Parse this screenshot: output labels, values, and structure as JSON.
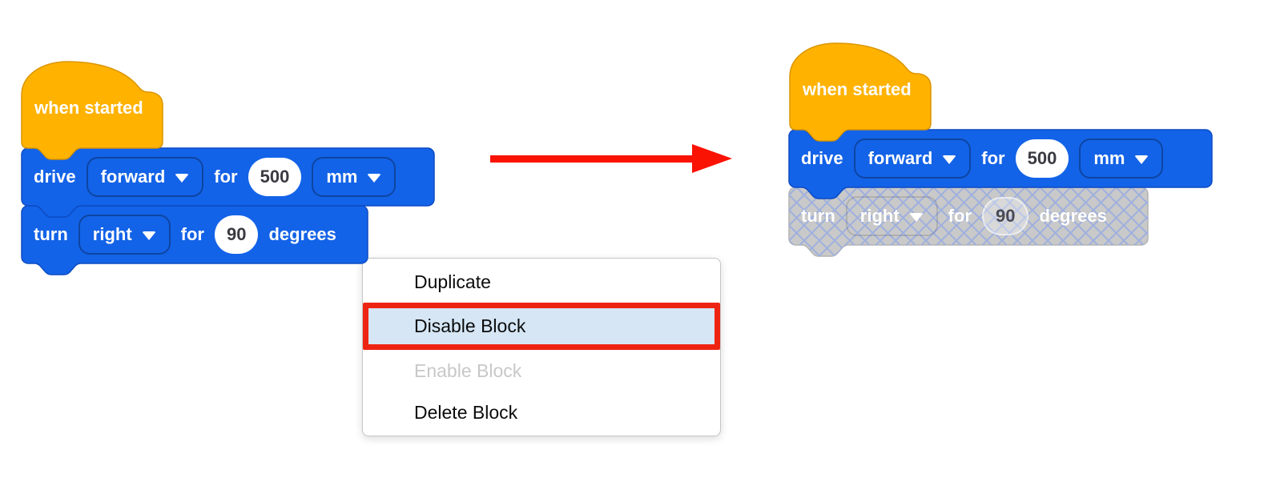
{
  "workspace_before": {
    "hat_block": {
      "label": "when started"
    },
    "drive_block": {
      "verb": "drive",
      "direction": "forward",
      "for_label": "for",
      "distance": "500",
      "unit": "mm"
    },
    "turn_block": {
      "verb": "turn",
      "direction": "right",
      "for_label": "for",
      "angle": "90",
      "unit_label": "degrees"
    }
  },
  "workspace_after": {
    "hat_block": {
      "label": "when started"
    },
    "drive_block": {
      "verb": "drive",
      "direction": "forward",
      "for_label": "for",
      "distance": "500",
      "unit": "mm"
    },
    "turn_block_disabled": {
      "verb": "turn",
      "direction": "right",
      "for_label": "for",
      "angle": "90",
      "unit_label": "degrees",
      "state": "disabled"
    }
  },
  "context_menu": {
    "items": [
      {
        "label": "Duplicate",
        "state": "normal"
      },
      {
        "label": "Disable Block",
        "state": "highlighted"
      },
      {
        "label": "Enable Block",
        "state": "disabled"
      },
      {
        "label": "Delete Block",
        "state": "normal"
      }
    ]
  },
  "icons": {
    "dropdown_arrow": "chevron-down triangle",
    "transition_arrow": "red arrow pointing right"
  },
  "colors": {
    "block_blue": "#1363E8",
    "block_blue_border": "#0C4BC2",
    "hat_orange": "#FFB300",
    "hat_orange_border": "#DB9500",
    "disabled_gray": "#C9C9C9",
    "disabled_lattice": "#9FB0DE",
    "highlight_red": "#EE2412",
    "highlight_fill": "#D6E6F5",
    "arrow_red": "#FA1202",
    "input_text": "#3A3A42",
    "menu_disabled_text": "#C8C8C8"
  }
}
